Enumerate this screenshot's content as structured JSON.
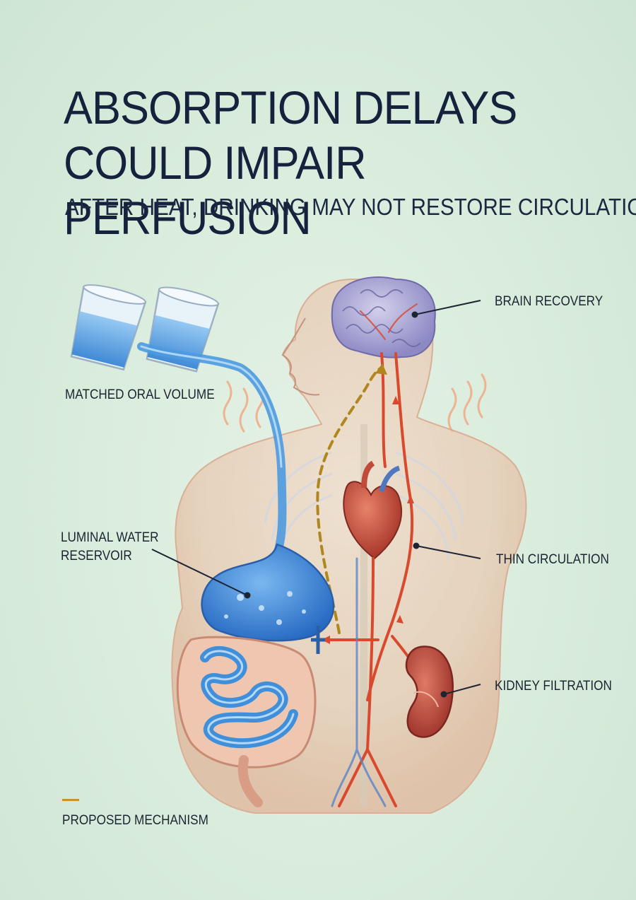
{
  "title": "ABSORPTION DELAYS COULD IMPAIR PERFUSION",
  "subtitle": "AFTER HEAT, DRINKING MAY NOT RESTORE CIRCULATION",
  "callouts": {
    "brain": "BRAIN RECOVERY",
    "oral_volume": "MATCHED ORAL VOLUME",
    "luminal_line1": "LUMINAL WATER",
    "luminal_line2": "RESERVOIR",
    "circulation": "THIN CIRCULATION",
    "kidney": "KIDNEY FILTRATION"
  },
  "footer": {
    "label": "PROPOSED MECHANISM"
  },
  "colors": {
    "background": "#d9ecdc",
    "title": "#16223d",
    "water": "#3f8fdb",
    "artery": "#d9492e",
    "delayed_path": "#b0861f",
    "accent": "#c8922a"
  }
}
